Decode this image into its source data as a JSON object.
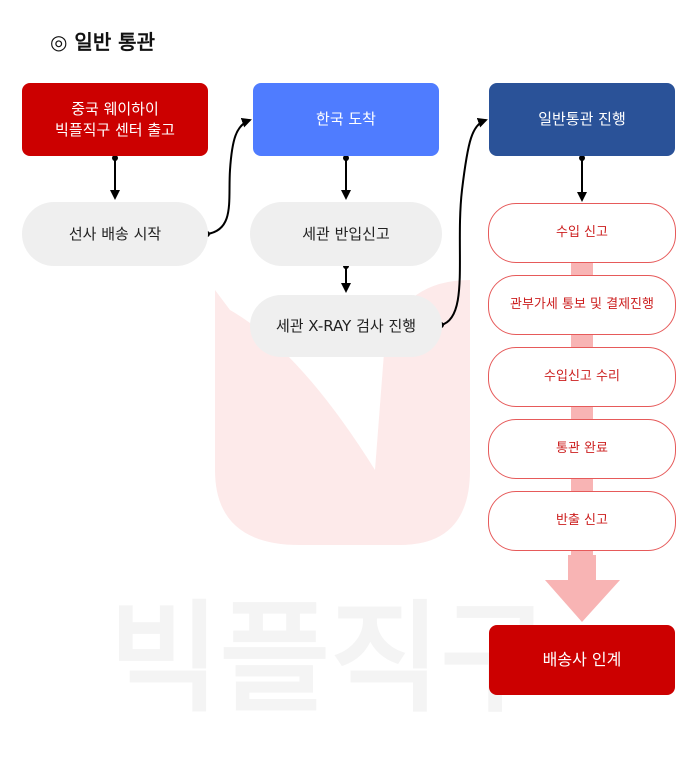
{
  "title": "◎ 일반 통관",
  "watermark": {
    "text": "빅플직구"
  },
  "nodes": {
    "china_release": {
      "line1": "중국 웨이하이",
      "line2": "빅플직구 센터 출고"
    },
    "shipping_start": "선사 배송 시작",
    "arrival": "한국 도착",
    "bonded_report": "세관 반입신고",
    "xray": "세관 X-RAY 검사 진행",
    "general_customs": "일반통관 진행",
    "steps": [
      "수입 신고",
      "관부가세 통보 및 결제진행",
      "수입신고 수리",
      "통관 완료",
      "반출 신고"
    ],
    "handover": "배송사 인계"
  },
  "colors": {
    "red": "#cc0000",
    "blue": "#4f7cff",
    "navy": "#2a5298",
    "pink": "#f8b4b4"
  }
}
